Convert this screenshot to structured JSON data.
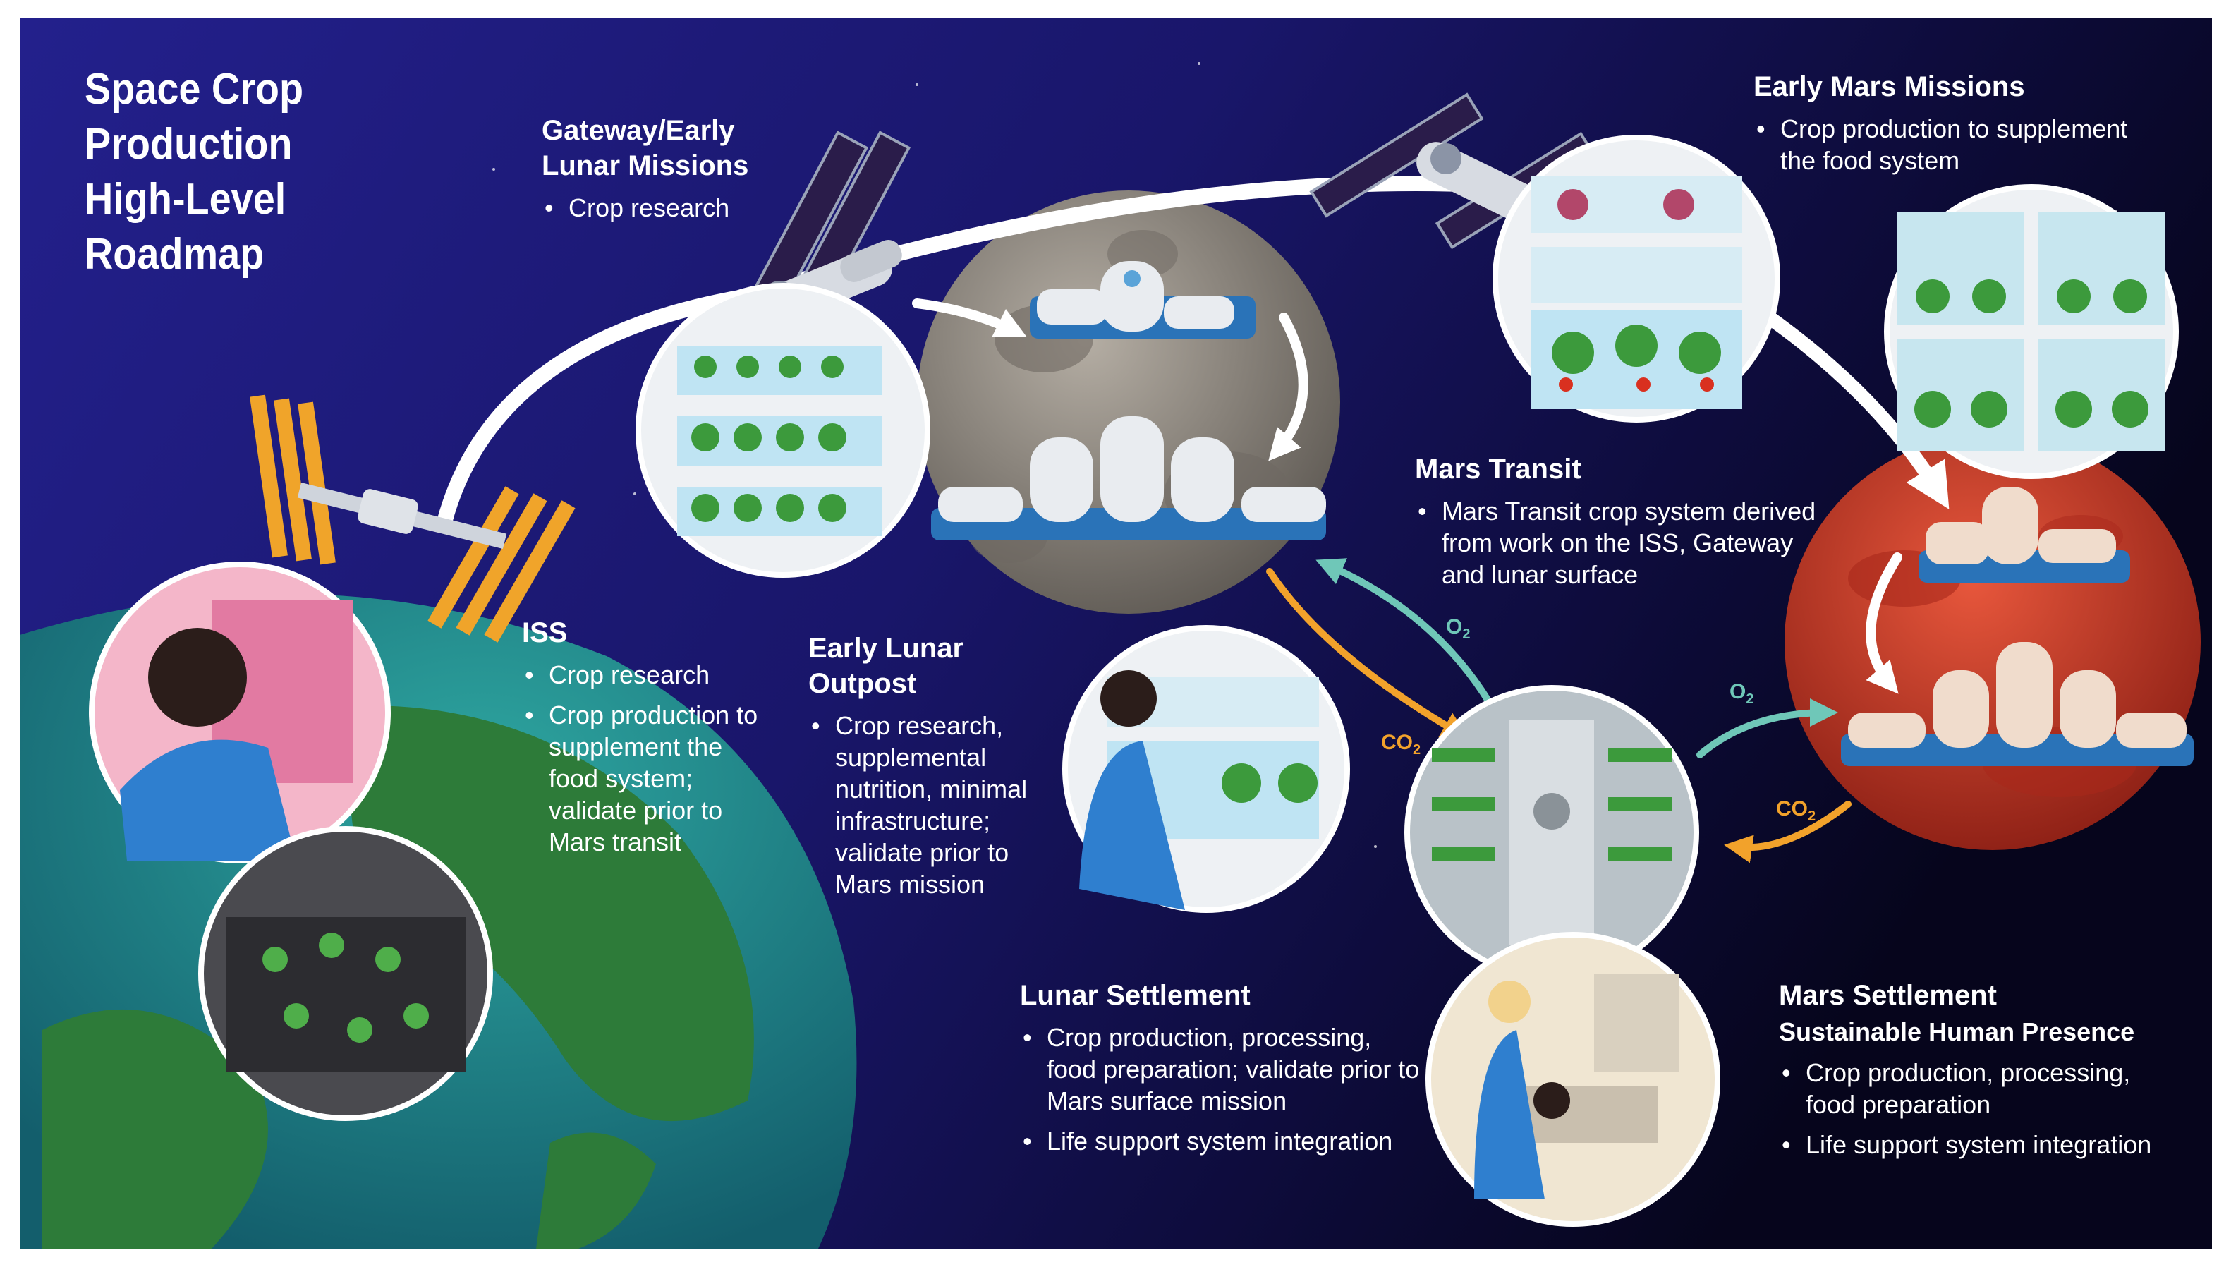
{
  "title_lines": [
    "Space Crop",
    "Production",
    "High-Level",
    "Roadmap"
  ],
  "sections": {
    "gateway": {
      "title_lines": [
        "Gateway/Early",
        "Lunar Missions"
      ],
      "bullets": [
        "Crop research"
      ]
    },
    "iss": {
      "title": "ISS",
      "bullets": [
        "Crop research",
        "Crop production to supplement the food system; validate prior to Mars transit"
      ]
    },
    "early_lunar": {
      "title_lines": [
        "Early Lunar",
        "Outpost"
      ],
      "bullets": [
        "Crop research, supplemental nutrition, minimal infrastructure; validate prior to Mars mission"
      ]
    },
    "mars_transit": {
      "title": "Mars Transit",
      "bullets": [
        "Mars Transit crop system derived from work on the ISS, Gateway and lunar surface"
      ]
    },
    "early_mars": {
      "title": "Early Mars Missions",
      "bullets": [
        "Crop production to supplement the food system"
      ]
    },
    "lunar_settlement": {
      "title": "Lunar Settlement",
      "bullets": [
        "Crop production, processing, food preparation; validate prior to Mars surface mission",
        "Life support system integration"
      ]
    },
    "mars_settlement": {
      "title": "Mars Settlement",
      "subtitle": "Sustainable Human Presence",
      "bullets": [
        "Crop production, processing, food preparation",
        "Life support system integration"
      ]
    }
  },
  "gas_labels": {
    "o2_lunar": {
      "base": "O",
      "sub": "2"
    },
    "co2_lunar": {
      "base": "CO",
      "sub": "2"
    },
    "o2_mars": {
      "base": "O",
      "sub": "2"
    },
    "co2_mars": {
      "base": "CO",
      "sub": "2"
    }
  },
  "colors": {
    "space_dark": "#0c0b3a",
    "space_mid": "#26208a",
    "earth_ocean": "#1f8f8c",
    "earth_land": "#2c7a3a",
    "moon": "#8d877f",
    "mars": "#c8392a",
    "o2_arrow": "#6fc7b8",
    "co2_arrow": "#f2a22b",
    "path_arrow": "#ffffff",
    "solar_panel": "#f0a42a"
  }
}
